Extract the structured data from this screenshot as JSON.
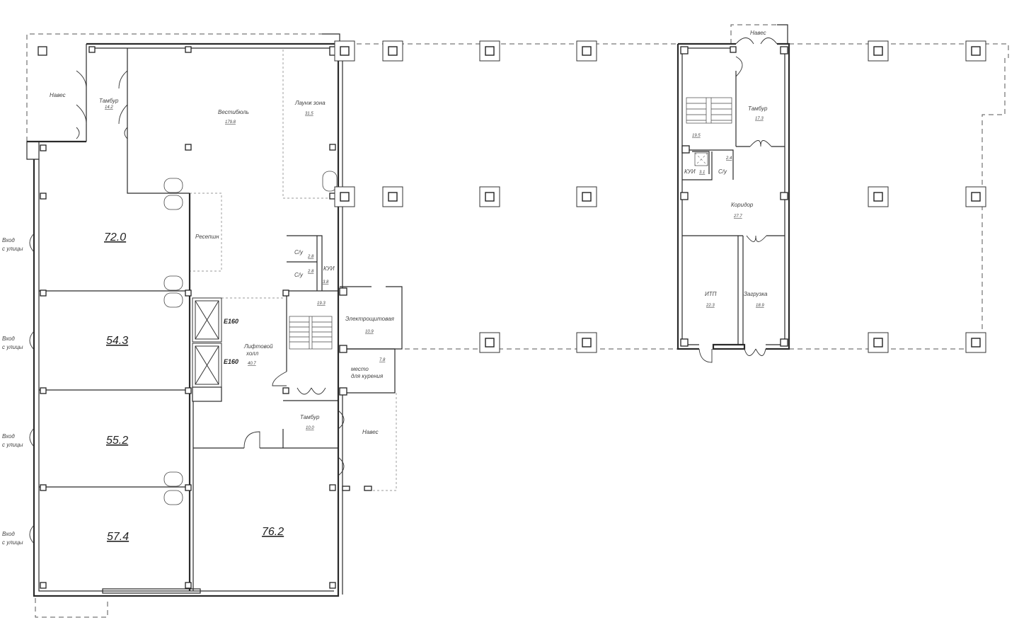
{
  "rooms": {
    "naves_top": "Навес",
    "tambur_top": "Тамбур",
    "tambur_top_area": "14.2",
    "vestibul": "Вестибюль",
    "vestibul_area": "179.8",
    "lounge": "Лаунж зона",
    "lounge_area": "31.5",
    "reception": "Ресепшн",
    "wc1": "С/у",
    "wc1_area": "2.8",
    "wc2": "С/у",
    "wc2_area": "2.8",
    "kui": "КУИ",
    "kui_area": "3.8",
    "stair_area": "19.3",
    "electro": "Электрощитовая",
    "electro_area": "10.9",
    "smoking": "место\nдля курения",
    "smoking_line1": "место",
    "smoking_line2": "для курения",
    "smoking_area": "7.8",
    "lift_hall_1": "Лифтовой",
    "lift_hall_2": "холл",
    "lift_hall_area": "40.7",
    "tambur_bottom": "Тамбур",
    "tambur_bottom_area": "10.0",
    "naves_bottom": "Навес",
    "unit1_area": "72.0",
    "unit2_area": "54.3",
    "unit3_area": "55.2",
    "unit4_area": "57.4",
    "unit5_area": "76.2",
    "entrance_1": "Вход",
    "entrance_2": "с улицы",
    "fire_door_1": "E160",
    "fire_door_2": "E160"
  },
  "annex": {
    "naves": "Навес",
    "stair_area": "19.5",
    "tambur": "Тамбур",
    "tambur_area": "17.3",
    "kui": "КУИ",
    "kui_area": "3.1",
    "wc": "С/у",
    "wc_area": "2.4",
    "corridor": "Коридор",
    "corridor_area": "27.7",
    "itp": "ИТП",
    "itp_area": "22.3",
    "loading": "Загрузка",
    "loading_area": "18.9"
  }
}
